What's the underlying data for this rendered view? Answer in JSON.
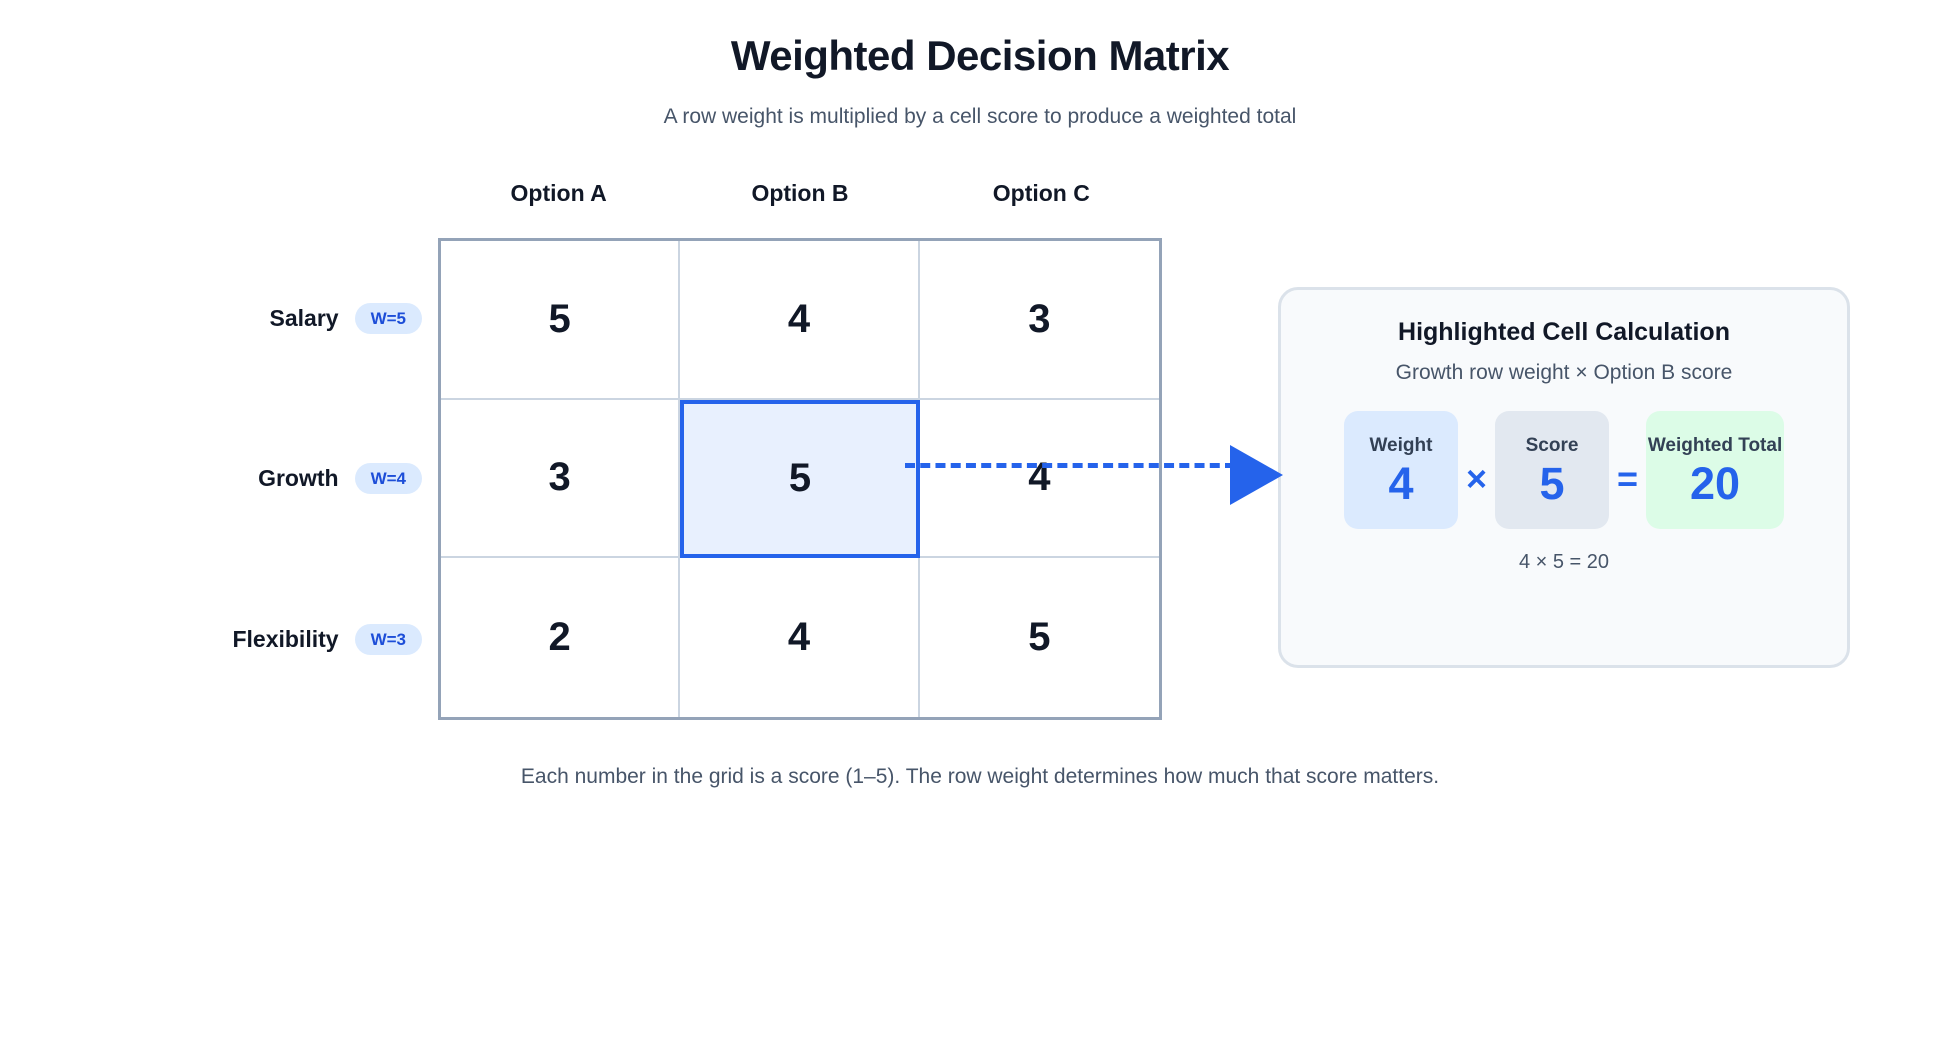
{
  "header": {
    "title": "Weighted Decision Matrix",
    "subtitle": "A row weight is multiplied by a cell score to produce a weighted total"
  },
  "matrix": {
    "column_headers": [
      "Option A",
      "Option B",
      "Option C"
    ],
    "rows": [
      {
        "label": "Salary",
        "weight_badge": "W=5",
        "weight": 5,
        "scores": [
          5,
          4,
          3
        ]
      },
      {
        "label": "Growth",
        "weight_badge": "W=4",
        "weight": 4,
        "scores": [
          3,
          5,
          4
        ]
      },
      {
        "label": "Flexibility",
        "weight_badge": "W=3",
        "weight": 3,
        "scores": [
          2,
          4,
          5
        ]
      }
    ],
    "highlighted_cell": {
      "row": 1,
      "col": 1,
      "row_label": "Growth",
      "col_label": "Option B",
      "value": 5
    }
  },
  "calc_panel": {
    "title": "Highlighted Cell Calculation",
    "subtitle": "Growth row weight × Option B score",
    "weight_label": "Weight",
    "weight_value": "4",
    "multiply_symbol": "×",
    "score_label": "Score",
    "score_value": "5",
    "equals_symbol": "=",
    "total_label": "Weighted Total",
    "total_value": "20",
    "formula": "4 × 5 = 20"
  },
  "footer": {
    "caption": "Each number in the grid is a score (1–5). The row weight determines how much that score matters."
  },
  "colors": {
    "accent_blue": "#2563eb",
    "badge_bg": "#dbeafe",
    "badge_text": "#1d4ed8",
    "highlight_fill": "#e8f0fe",
    "grid_outer_border": "#94a3b8",
    "grid_inner_border": "#cbd5e1",
    "panel_bg": "#f8fafc",
    "panel_border": "#dbe2ea",
    "weight_box_bg": "#dbeafe",
    "score_box_bg": "#e2e8f0",
    "total_box_bg": "#dcfce7",
    "text_dark": "#111827",
    "text_muted": "#475569"
  }
}
